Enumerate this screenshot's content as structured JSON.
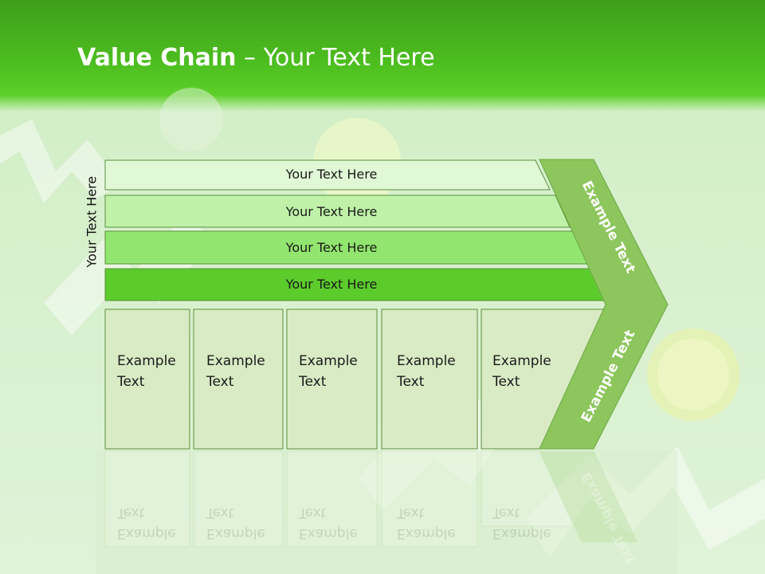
{
  "slide": {
    "title_bold": "Value Chain",
    "title_rest": " – Your Text Here",
    "vertical_label": "Your Text Here",
    "rows": [
      {
        "label": "Your Text Here",
        "color": "#e0f8d6"
      },
      {
        "label": "Your Text Here",
        "color": "#bff2a8"
      },
      {
        "label": "Your Text Here",
        "color": "#92e56e"
      },
      {
        "label": "Your Text Here",
        "color": "#5ccb2c"
      }
    ],
    "boxes": [
      {
        "line1": "Example",
        "line2": "Text"
      },
      {
        "line1": "Example",
        "line2": "Text"
      },
      {
        "line1": "Example",
        "line2": "Text"
      },
      {
        "line1": "Example",
        "line2": "Text"
      },
      {
        "line1": "Example",
        "line2": "Text"
      }
    ],
    "chevron_top_text": "Example Text",
    "chevron_bottom_text": "Example Text",
    "colors": {
      "header_green": "#4cbd1f",
      "chevron_green": "#8cc65c",
      "box_fill": "#d9ebc5"
    }
  }
}
